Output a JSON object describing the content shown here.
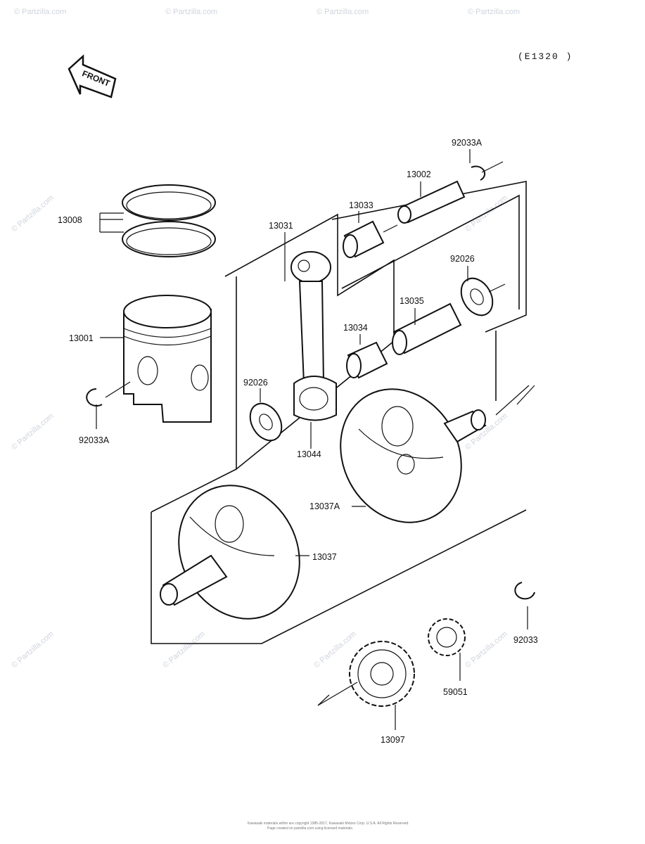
{
  "diagram": {
    "code": "(E1320 )",
    "front_label": "FRONT",
    "watermark": "© Partzilla.com",
    "copyright_line1": "Kawasaki materials within are copyright 1985-2017, Kawasaki Motors Corp. U.S.A. All Rights Reserved.",
    "copyright_line2": "Page created on partzilla.com using licensed materials."
  },
  "parts": {
    "p13008": "13008",
    "p13001": "13001",
    "p92033A_left": "92033A",
    "p13031": "13031",
    "p13033": "13033",
    "p13002": "13002",
    "p92033A_right": "92033A",
    "p92026_right": "92026",
    "p13035": "13035",
    "p13034": "13034",
    "p92026_left": "92026",
    "p13044": "13044",
    "p13037A": "13037A",
    "p13037": "13037",
    "p92033": "92033",
    "p59051": "59051",
    "p13097": "13097"
  }
}
